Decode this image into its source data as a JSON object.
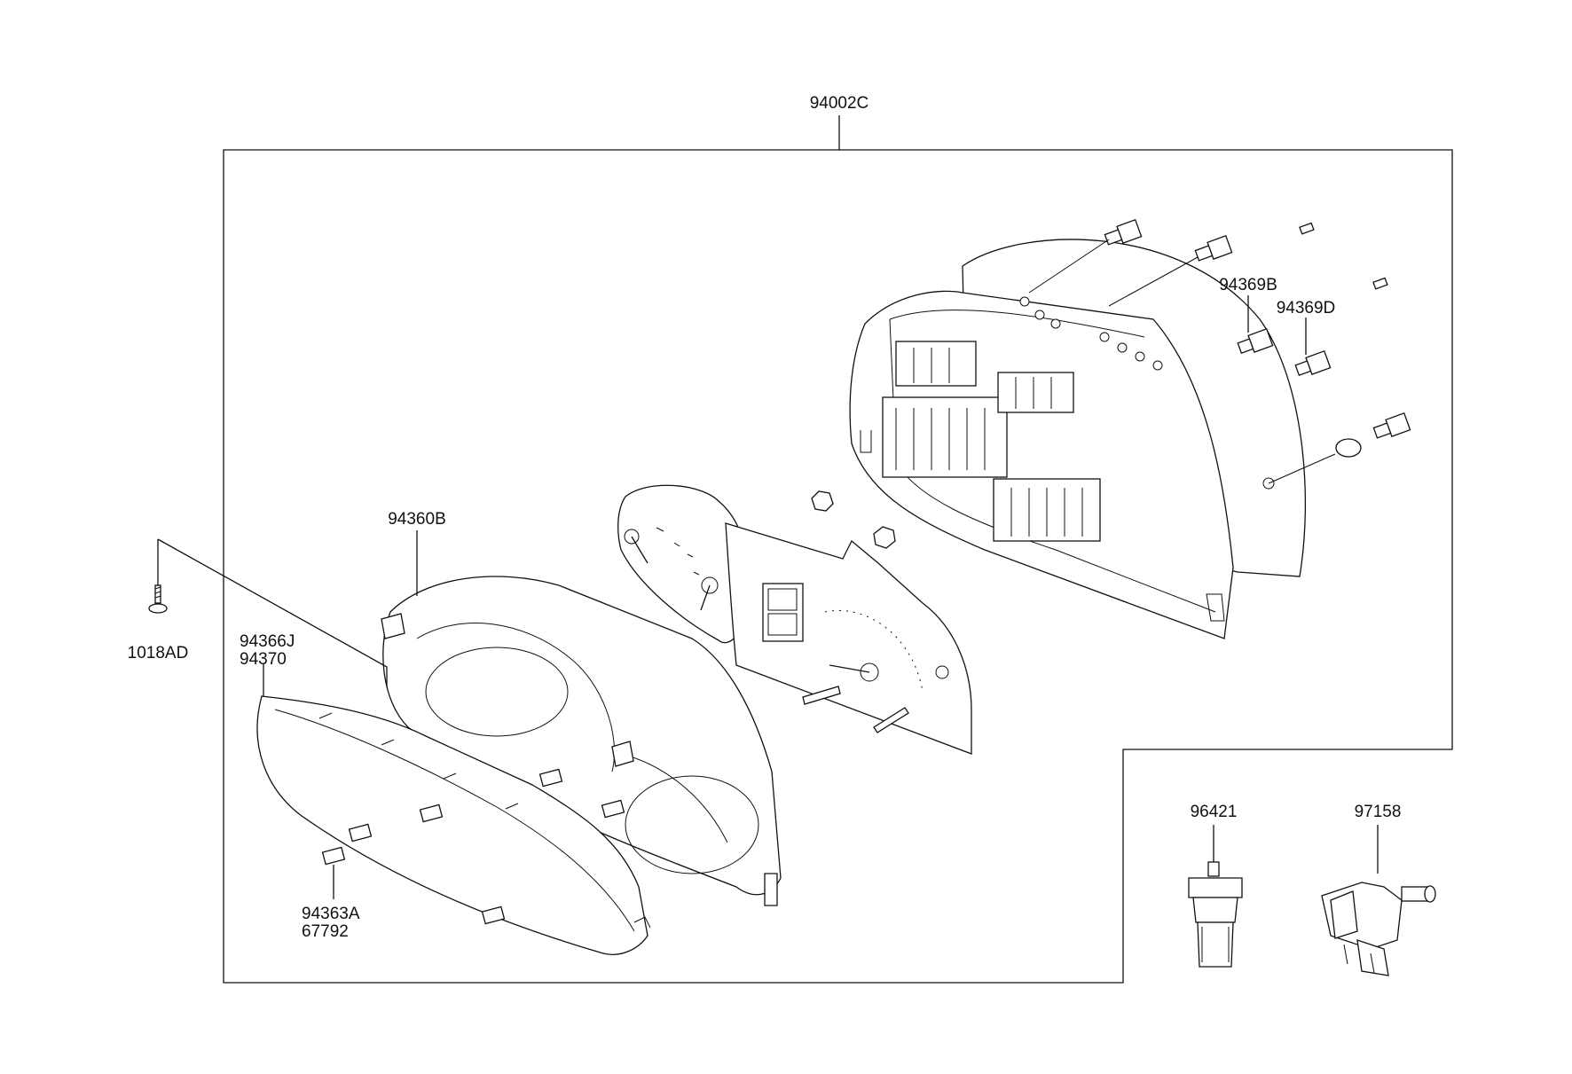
{
  "labels": {
    "assembly": "94002C",
    "screw": "1018AD",
    "lens_cover": "94366J",
    "lens_cover_alt": "94370",
    "window_plate": "94363A",
    "window_plate_alt": "67792",
    "mask_case": "94360B",
    "bulb_socket_b": "94369B",
    "bulb_socket_d": "94369D",
    "sender_a": "96421",
    "sender_b": "97158"
  }
}
